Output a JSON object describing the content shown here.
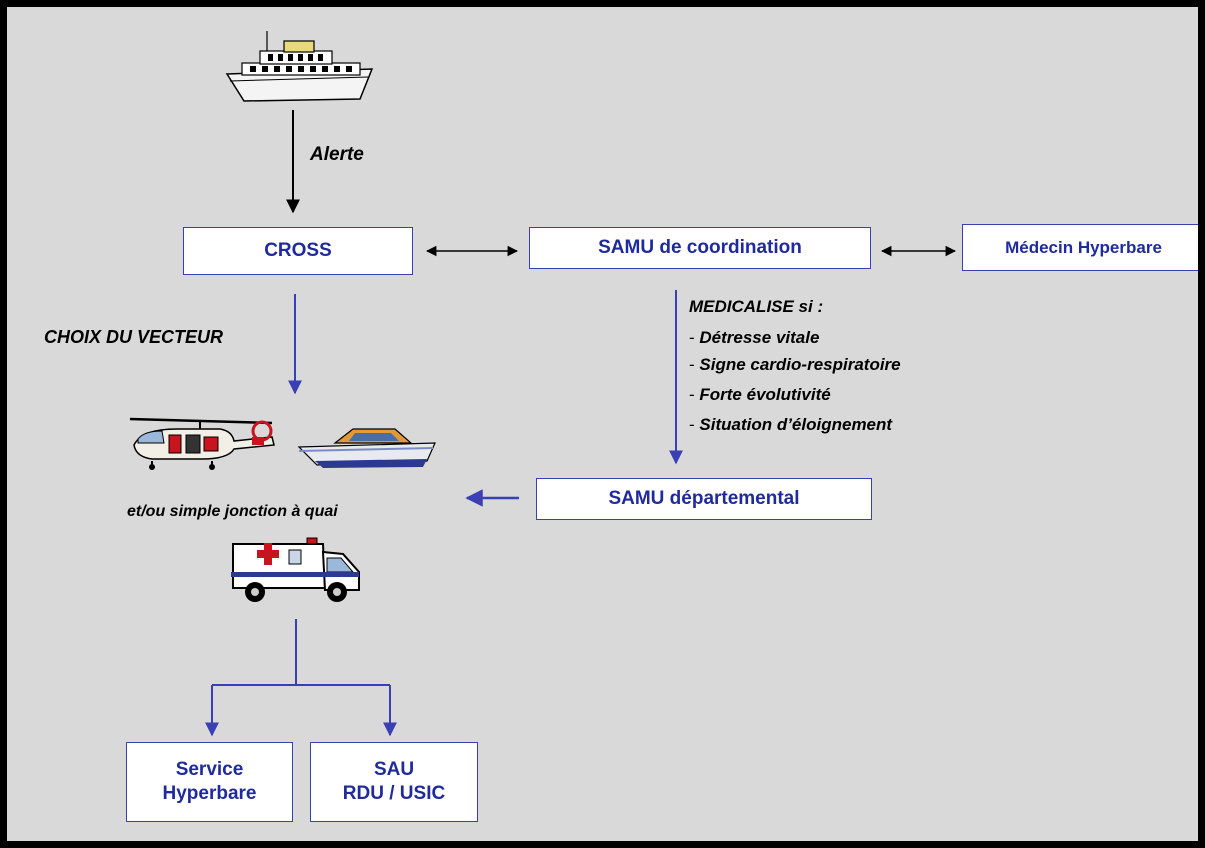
{
  "labels": {
    "alert": "Alerte",
    "vector_choice": "CHOIX DU VECTEUR",
    "quay": "et/ou simple jonction à quai",
    "medicalise": "MEDICALISE si :"
  },
  "boxes": {
    "cross": "CROSS",
    "samu_coordination": "SAMU de coordination",
    "medecin_hyperbare": "Médecin Hyperbare",
    "samu_departemental": "SAMU départemental",
    "service_hyperbare_1": "Service",
    "service_hyperbare_2": "Hyperbare",
    "sau_1": "SAU",
    "sau_2": "RDU / USIC"
  },
  "criteria": [
    {
      "bullet": "- ",
      "text": "Détresse vitale"
    },
    {
      "bullet": "- ",
      "text": "Signe cardio-respiratoire"
    },
    {
      "bullet": "- ",
      "text": "Forte évolutivité"
    },
    {
      "bullet": "- ",
      "text": "Situation d’éloignement"
    }
  ],
  "icons": [
    "ship-icon",
    "helicopter-icon",
    "speedboat-icon",
    "ambulance-icon"
  ],
  "colors": {
    "accent": "#3a3fb3",
    "text_blue": "#1f2a9c",
    "background": "#d9d9d9"
  }
}
